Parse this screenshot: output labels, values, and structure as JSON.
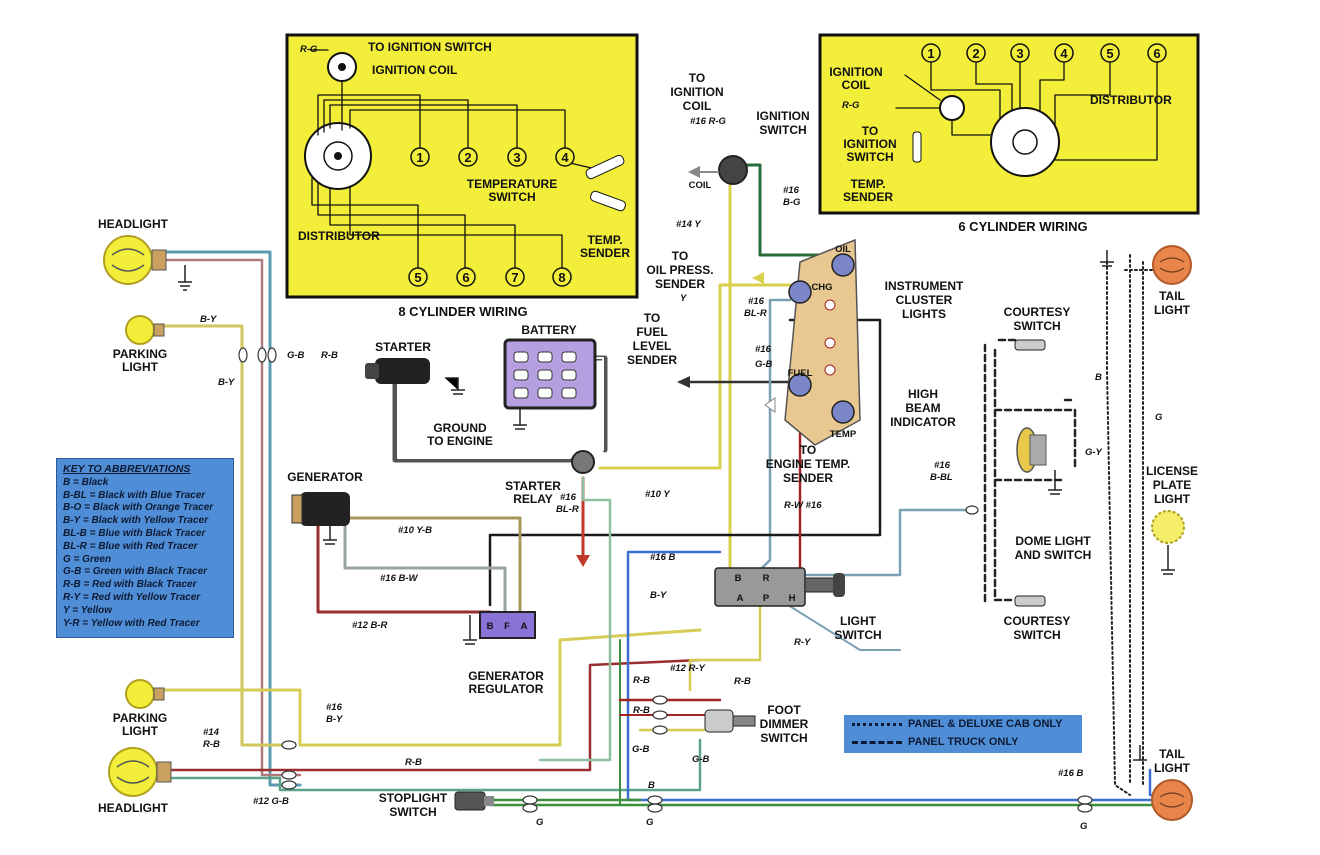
{
  "panels": {
    "eight_cyl": {
      "title": "8 CYLINDER WIRING",
      "to_ignition_switch": "TO IGNITION SWITCH",
      "ignition_coil": "IGNITION COIL",
      "rg": "R-G",
      "distributor": "DISTRIBUTOR",
      "temp_switch_1": "TEMPERATURE",
      "temp_switch_2": "SWITCH",
      "temp_sender_1": "TEMP.",
      "temp_sender_2": "SENDER",
      "cylinders": [
        "1",
        "2",
        "3",
        "4",
        "5",
        "6",
        "7",
        "8"
      ]
    },
    "six_cyl": {
      "title": "6 CYLINDER WIRING",
      "ignition_coil_1": "IGNITION",
      "ignition_coil_2": "COIL",
      "rg": "R-G",
      "to_ign_1": "TO",
      "to_ign_2": "IGNITION",
      "to_ign_3": "SWITCH",
      "temp_1": "TEMP.",
      "temp_2": "SENDER",
      "distributor": "DISTRIBUTOR",
      "cylinders": [
        "1",
        "2",
        "3",
        "4",
        "5",
        "6"
      ]
    }
  },
  "components": {
    "headlight_top": "HEADLIGHT",
    "parking_top_1": "PARKING",
    "parking_top_2": "LIGHT",
    "parking_bot_1": "PARKING",
    "parking_bot_2": "LIGHT",
    "headlight_bot": "HEADLIGHT",
    "starter": "STARTER",
    "battery": "BATTERY",
    "ground_1": "GROUND",
    "ground_2": "TO ENGINE",
    "starter_relay_1": "STARTER",
    "starter_relay_2": "RELAY",
    "generator": "GENERATOR",
    "gen_reg_1": "GENERATOR",
    "gen_reg_2": "REGULATOR",
    "to_ign_coil_1": "TO",
    "to_ign_coil_2": "IGNITION",
    "to_ign_coil_3": "COIL",
    "coil": "COIL",
    "ign_switch_1": "IGNITION",
    "ign_switch_2": "SWITCH",
    "oil_press_1": "TO",
    "oil_press_2": "OIL PRESS.",
    "oil_press_3": "SENDER",
    "fuel_level_1": "TO",
    "fuel_level_2": "FUEL",
    "fuel_level_3": "LEVEL",
    "fuel_level_4": "SENDER",
    "cluster_1": "INSTRUMENT",
    "cluster_2": "CLUSTER",
    "cluster_3": "LIGHTS",
    "high_beam_1": "HIGH",
    "high_beam_2": "BEAM",
    "high_beam_3": "INDICATOR",
    "engine_temp_1": "TO",
    "engine_temp_2": "ENGINE TEMP.",
    "engine_temp_3": "SENDER",
    "light_switch_1": "LIGHT",
    "light_switch_2": "SWITCH",
    "foot_dimmer_1": "FOOT",
    "foot_dimmer_2": "DIMMER",
    "foot_dimmer_3": "SWITCH",
    "stoplight_1": "STOPLIGHT",
    "stoplight_2": "SWITCH",
    "courtesy_top_1": "COURTESY",
    "courtesy_top_2": "SWITCH",
    "courtesy_bot_1": "COURTESY",
    "courtesy_bot_2": "SWITCH",
    "dome_1": "DOME LIGHT",
    "dome_2": "AND SWITCH",
    "tail_top_1": "TAIL",
    "tail_top_2": "LIGHT",
    "license_1": "LICENSE",
    "license_2": "PLATE",
    "license_3": "LIGHT",
    "tail_bot_1": "TAIL",
    "tail_bot_2": "LIGHT"
  },
  "gauges": {
    "oil": "OIL",
    "chg": "CHG",
    "fuel": "FUEL",
    "temp": "TEMP"
  },
  "switch_terminals": [
    "B",
    "R",
    "A",
    "P",
    "H"
  ],
  "regulator_terminals": [
    "B",
    "F",
    "A"
  ],
  "wire_labels": {
    "w16rg": "#16 R-G",
    "w16bg_1": "#16",
    "w16bg_2": "B-G",
    "w14y": "#14 Y",
    "y": "Y",
    "w16blr_1": "#16",
    "w16blr_2": "BL-R",
    "w16gb_1": "#16",
    "w16gb_2": "G-B",
    "rw16": "R-W #16",
    "by_top": "B-Y",
    "by_mid": "B-Y",
    "gb_top": "G-B",
    "rb_top": "R-B",
    "w16blr_relay_1": "#16",
    "w16blr_relay_2": "BL-R",
    "w10y": "#10 Y",
    "w10yb": "#10 Y-B",
    "w16bw": "#16 B-W",
    "w12br": "#12 B-R",
    "w16b_ls": "#16 B",
    "by_ls": "B-Y",
    "ry_ls": "R-Y",
    "w16by_1": "#16",
    "w16by_2": "B-Y",
    "w14rb_1": "#14",
    "w14rb_2": "R-B",
    "rb_low": "R-B",
    "w12gb": "#12 G-B",
    "rb_fd1": "R-B",
    "rb_fd2": "R-B",
    "w12ry": "#12 R-Y",
    "gb_fd1": "G-B",
    "gb_fd2": "G-B",
    "b_low": "B",
    "g_low1": "G",
    "g_low2": "G",
    "w16bbl_1": "#16",
    "w16bbl_2": "B-BL",
    "gy": "G-Y",
    "b_right": "B",
    "g_right": "G",
    "w16b_tail": "#16 B",
    "g_tail": "G"
  },
  "abbreviations": {
    "title": "KEY TO ABBREVIATIONS",
    "items": [
      "B = Black",
      "B-BL = Black with Blue Tracer",
      "B-O = Black with Orange Tracer",
      "B-Y = Black with Yellow Tracer",
      "BL-B = Blue with Black Tracer",
      "BL-R = Blue with Red Tracer",
      "G = Green",
      "G-B = Green with Black Tracer",
      "R-B = Red with Black Tracer",
      "R-Y = Red with Yellow Tracer",
      "Y = Yellow",
      "Y-R = Yellow with Red Tracer"
    ]
  },
  "cab_legend": {
    "deluxe": "PANEL & DELUXE CAB ONLY",
    "truck": "PANEL TRUCK ONLY"
  },
  "colors": {
    "panel_yellow": "#f2ee3a",
    "legend_blue": "#4f8ed6",
    "wire_yellow": "#e3d84a",
    "wire_green": "#3d8f3d",
    "wire_red": "#a32222",
    "wire_blue": "#3b6fd0",
    "wire_black": "#1a1a1a",
    "wire_gray": "#9aa3a3"
  }
}
